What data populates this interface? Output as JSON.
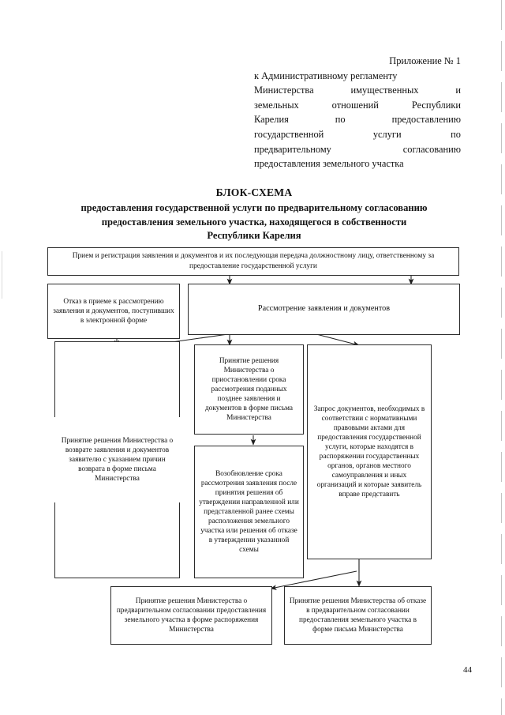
{
  "header": {
    "line1": "Приложение № 1",
    "lines": [
      "к Административному регламенту",
      "Министерства имущественных и",
      "земельных отношений Республики",
      "Карелия по предоставлению",
      "государственной услуги по",
      "предварительному согласованию",
      "предоставления земельного участка"
    ]
  },
  "title": {
    "main": "БЛОК-СХЕМА",
    "sub_line1": "предоставления государственной услуги по предварительному согласованию",
    "sub_line2": "предоставления земельного участка, находящегося в собственности",
    "sub_line3": "Республики Карелия"
  },
  "flowchart": {
    "type": "flowchart",
    "nodes": [
      {
        "id": "intake",
        "text": "Прием и регистрация заявления и документов и их последующая передача должностному лицу, ответственному за предоставление государственной услуги"
      },
      {
        "id": "refusal-electronic",
        "text": "Отказ в приеме к рассмотрению заявления и документов, поступивших в электронной форме"
      },
      {
        "id": "review",
        "text": "Рассмотрение заявления и документов"
      },
      {
        "id": "blank-left",
        "text": ""
      },
      {
        "id": "return-decision",
        "text": "Принятие решения Министерства о возврате заявления и документов заявителю с указанием причин возврата в форме письма Министерства"
      },
      {
        "id": "suspend-decision",
        "text": "Принятие решения Министерства о приостановлении срока рассмотрения поданных позднее заявления и документов в форме письма Министерства"
      },
      {
        "id": "resume-term",
        "text": "Возобновление срока рассмотрения заявления после принятия решения об утверждении направленной или представленной ранее схемы расположения земельного участка или решения об отказе в утверждении указанной схемы"
      },
      {
        "id": "request-documents",
        "text": "Запрос документов, необходимых в соответствии с нормативными правовыми актами для предоставления государственной услуги, которые находятся в распоряжении государственных органов, органов местного самоуправления и иных организаций и которые заявитель вправе представить"
      },
      {
        "id": "approve-decision",
        "text": "Принятие решения Министерства о предварительном согласовании предоставления земельного участка в форме распоряжения Министерства"
      },
      {
        "id": "deny-decision",
        "text": "Принятие решения Министерства об отказе в предварительном согласовании предоставления земельного участка в форме письма Министерства"
      }
    ]
  },
  "footer": {
    "page_number": "44"
  },
  "colors": {
    "ink": "#111111",
    "box_border": "#2b2b2b",
    "paper": "#ffffff"
  }
}
